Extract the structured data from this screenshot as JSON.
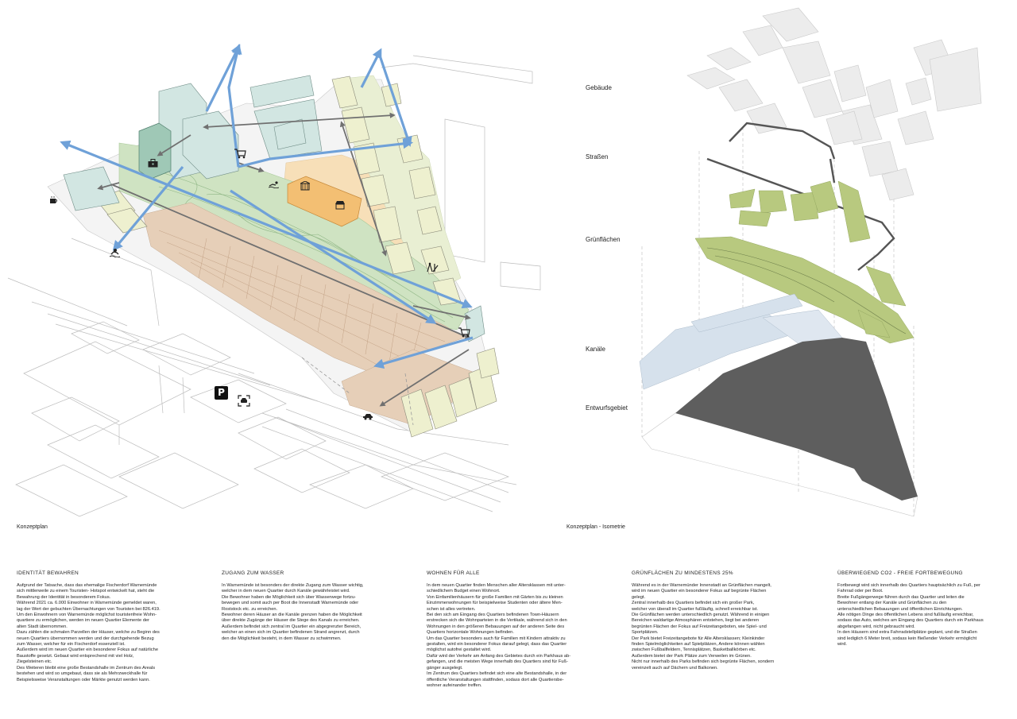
{
  "captions": {
    "left": "Konzeptplan",
    "right": "Konzeptplan - Isometrie"
  },
  "layers": [
    {
      "label": "Gebäude"
    },
    {
      "label": "Straßen"
    },
    {
      "label": "Grünflächen"
    },
    {
      "label": "Kanäle"
    },
    {
      "label": "Entwurfsgebiet"
    }
  ],
  "parking_symbol": "P",
  "columns": [
    {
      "title": "IDENTITÄT BEWAHREN",
      "body": "Aufgrund der Tatsache, dass das ehemalige Fischerdorf Warnemünde\nsich mittlerweile zu einem Touristen- Hotspot entwickelt hat, steht die\nBewahrung der Identität in besonderem Fokus.\nWährend 2021 ca. 6.000 Einwohner in Warnemünde gemeldet waren,\nlag der Wert der gebuchten Übernachtungen von Touristen bei 826.419.\nUm den Einwohnern von Warnemünde möglichst touristenfreie Wohn-\nquartiere zu ermöglichen, werden im neuen Quartier Elemente der\nalten Stadt übernommen.\nDazu zählen die schmalen Parzellen der Häuser, welche zu Beginn des\nneuen Quartiers übernommen werden und der durchgehende Bezug\nzum Wasser, welcher für ein Fischerdorf essenziell ist.\nAußerdem wird im neuen Quartier ein besonderer Fokus auf natürliche\nBaustoffe gesetzt. Gebaut wird entsprechend mit viel Holz,\nZiegelsteinen etc.\nDes Weiteren bleibt eine große Bestandshalle im Zentrum des Areals\nbestehen und wird so umgebaut, dass sie als Mehrzweckhalle für\nBeispielsweise Veranstaltungen oder Märkte genutzt werden kann."
    },
    {
      "title": "ZUGANG ZUM WASSER",
      "body": "In Warnemünde ist besonders der direkte Zugang zum Wasser wichtig,\nwelcher in dem neuen Quartier durch Kanäle gewährleistet wird.\nDie Bewohner haben die Möglichkeit sich über Wasserwege fortzu-\nbewegen und somit auch per Boot die Innenstadt Warnemünde oder\nRoststock etc. zu erreichen.\nBewohner deren Häuser an die Kanäle grenzen haben die Möglichkeit\nüber direkte Zugänge der Häuser die Stege des Kanals zu erreichen.\nAußerdem befindet sich zentral im Quartier ein abgegrenzter Bereich,\nwelcher an einen sich im Quartier befindenen Strand angrenzt, durch\nden die Möglichkeit besteht, in dem Wasser zu schwimmen."
    },
    {
      "title": "WOHNEN FÜR ALLE",
      "body": "In dem neuen Quartier finden Menschen aller Altersklassen mit unter-\nschiedlichem Budget einen Wohnort.\nVon Einfamilienhäusern für große Familien mit Gärten bis zu kleinen\nEinzimmerwohnungen für beispielweise Studenten oder ältere Men-\nschen ist alles vertreten.\nBei den sich am Eingang des Quartiers befindenen Town-Häusern\nerstrecken sich die Wohnparteien in die Vertikale, während sich in den\nWohnungen in den größeren Bebauungen auf der anderen Seite des\nQuartiers horizontale Wohnungen befinden.\nUm das Quartier besonders auch für Familien mit Kindern attraktiv zu\ngestalten, wird ein besonderer Fokus darauf gelegt, dass das Quartier\nmöglichst autofrei gestaltet wird.\nDafür wird der Verkehr am Anfang des Gebietes durch ein Parkhaus ab-\ngefangen, und die meisten Wege innerhalb des Quartiers sind für Fuß-\ngänger ausgelegt.\nIm Zentrum des Quartiers befindet sich eine alte Bestandshalle, in der\nöffentliche Veranstaltungen stattfinden, sodass dort alle Quartiersbe-\nwohner aufeinander treffen."
    },
    {
      "title": "GRÜNFLÄCHEN ZU MINDESTENS 25%",
      "body": "Während es in der Warnemünder Innenstadt an Grünflächen mangelt,\nwird im neuen Quartier ein besonderer Fokus auf begrünte Flächen\ngelegt.\nZentral innerhalb des Quartiers befindet sich ein großer Park,\nwelcher von überall im Quartier fußläufig, schnell erreichbar ist.\nDie Grünflächen werden unterschiedlich genutzt. Während in einigen\nBereichen waldartige Atmosphären entstehen, liegt bei anderen\nbegrünten Flächen der Fokus auf Freizeitangeboten, wie Spiel- und\nSportplätzen.\nDer Park bietet Freizeitangebote für Alle Altersklassen; Kleinkinder\nfinden Spielmöglichkeiten auf Spielplätzen, Andere können wählen\nzwischen Fußballfeldern, Tennisplätzen, Basketballkörben etc.\nAußerdem bietet der Park Plätze zum Verweilen im Grünen.\nNicht nur innerhalb des Parks befinden sich begrünte Flächen, sondern\nvereinzelt auch auf Dächern und Balkonen."
    },
    {
      "title": "ÜBERWIEGEND CO2 - FREIE FORTBEWEGUNG",
      "body": "Fortbewegt wird sich innerhalb des Quartiers hauptsächlich zu Fuß, per\nFahrrad oder per Boot.\nBreite Fußgängerwege führen durch das Quartier und leiten die\nBewohner entlang der Kanäle und Grünflächen zu den\nunterschiedlichen Bebauungen und öffentlichen Einrichtungen.\nAlle nötigen Dinge des öffentlichen Lebens sind fußläufig erreichbar,\nsodass das Auto, welches am Eingang des Quartiers durch ein Parkhaus\nabgefangen wird, nicht gebraucht wird.\nIn den Häusern sind extra Fahrradstellplätze geplant, und die Straßen\nsind lediglich 6 Meter breit, sodass kein fließender Verkehr ermöglicht\nwird."
    }
  ],
  "colors": {
    "park_green": "#cfe3c2",
    "residential_green": "#d9e8cc",
    "townhouse_brown": "#e6cfb8",
    "plaza_orange": "#f7dfb8",
    "hall_orange": "#f3bf73",
    "building_yellow": "#eef0cf",
    "building_blue": "#d2e6e2",
    "tower_teal": "#9fc8b6",
    "access_arrow_blue": "#6fa1d8",
    "path_arrow_grey": "#707070",
    "iso_green": "#b8c97f",
    "iso_road": "#555555",
    "iso_canal": "#d6e1ec",
    "iso_site": "#5e5e5e"
  }
}
